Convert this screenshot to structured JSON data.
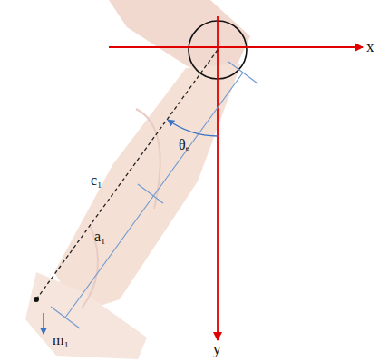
{
  "diagram": {
    "labels": [
      "x",
      "y",
      "c₁",
      "a₁",
      "θₑ",
      "m₁"
    ]
  }
}
